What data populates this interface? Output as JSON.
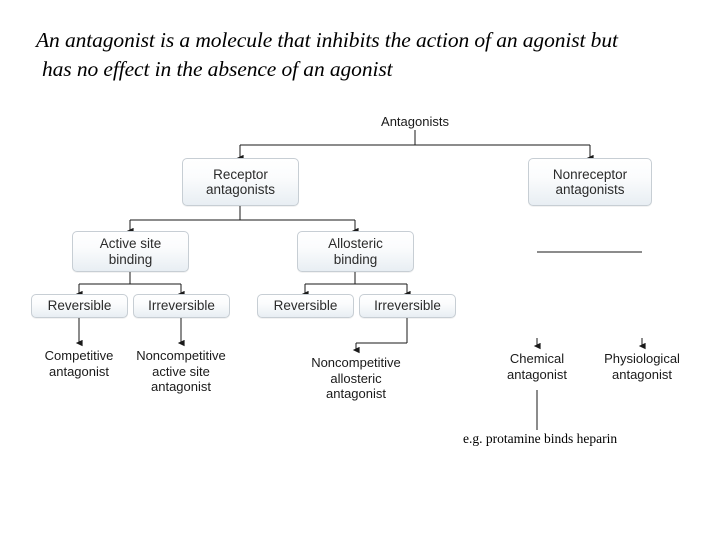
{
  "slide": {
    "title_lines": [
      "An antagonist is a molecule that inhibits the action of an agonist but",
      "has no effect in the absence of an agonist"
    ]
  },
  "diagram": {
    "type": "tree",
    "root": {
      "label": "Antagonists"
    },
    "nodes": {
      "receptor_antagonists": "Receptor\nantagonists",
      "receptor_antagonists_l1": "Receptor",
      "receptor_antagonists_l2": "antagonists",
      "nonreceptor_antagonists_l1": "Nonreceptor",
      "nonreceptor_antagonists_l2": "antagonists",
      "active_site_binding_l1": "Active site",
      "active_site_binding_l2": "binding",
      "allosteric_binding_l1": "Allosteric",
      "allosteric_binding_l2": "binding",
      "reversible_left": "Reversible",
      "irreversible_left": "Irreversible",
      "reversible_right": "Reversible",
      "irreversible_right": "Irreversible"
    },
    "leaves": {
      "competitive_l1": "Competitive",
      "competitive_l2": "antagonist",
      "noncompetitive_active_l1": "Noncompetitive",
      "noncompetitive_active_l2": "active site",
      "noncompetitive_active_l3": "antagonist",
      "noncompetitive_allosteric_l1": "Noncompetitive",
      "noncompetitive_allosteric_l2": "allosteric",
      "noncompetitive_allosteric_l3": "antagonist",
      "chemical_l1": "Chemical",
      "chemical_l2": "antagonist",
      "physiological_l1": "Physiological",
      "physiological_l2": "antagonist"
    },
    "caption": "e.g. protamine binds heparin",
    "colors": {
      "box_border": "#c7ced4",
      "box_fill_top": "#ffffff",
      "box_fill_bottom": "#e8eef3",
      "text": "#1a1a1a",
      "wire": "#1a1a1a",
      "background": "#ffffff"
    }
  }
}
